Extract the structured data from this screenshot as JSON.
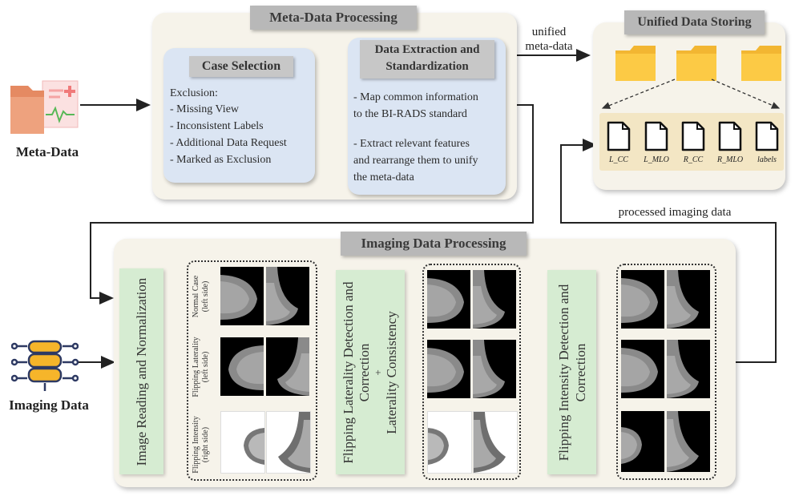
{
  "meta_panel": {
    "title": "Meta-Data Processing",
    "case_selection": {
      "title": "Case Selection",
      "lines": [
        "Exclusion:",
        "- Missing View",
        "- Inconsistent Labels",
        "- Additional Data Request",
        "- Marked as Exclusion"
      ]
    },
    "extraction": {
      "title_line1": "Data Extraction and",
      "title_line2": "Standardization",
      "lines": [
        "- Map common information",
        "to the BI-RADS standard",
        "",
        "- Extract relevant features",
        "and rearrange them to unify",
        "the meta-data"
      ]
    }
  },
  "storage_panel": {
    "title": "Unified Data Storing",
    "files": [
      "L_CC",
      "L_MLO",
      "R_CC",
      "R_MLO",
      "labels"
    ]
  },
  "inputs": {
    "meta_label": "Meta-Data",
    "imaging_label": "Imaging Data"
  },
  "arrow_labels": {
    "unified_line1": "unified",
    "unified_line2": "meta-data",
    "processed": "processed imaging data"
  },
  "imaging_panel": {
    "title": "Imaging Data Processing",
    "step1": "Image Reading and Normalization",
    "step2_line1": "Flipping Laterality Detection and",
    "step2_line2": "Correction",
    "step2_plus": "+",
    "step2_line3": "Laterality Consistency",
    "step3_line1": "Flipping Intensity Detection and",
    "step3_line2": "Correction",
    "row_labels": [
      {
        "line1": "Normal Case",
        "line2": "(left side)"
      },
      {
        "line1": "Flipping Laterality",
        "line2": "(left side)"
      },
      {
        "line1": "Flipping Intensity",
        "line2": "(right side)"
      }
    ]
  }
}
